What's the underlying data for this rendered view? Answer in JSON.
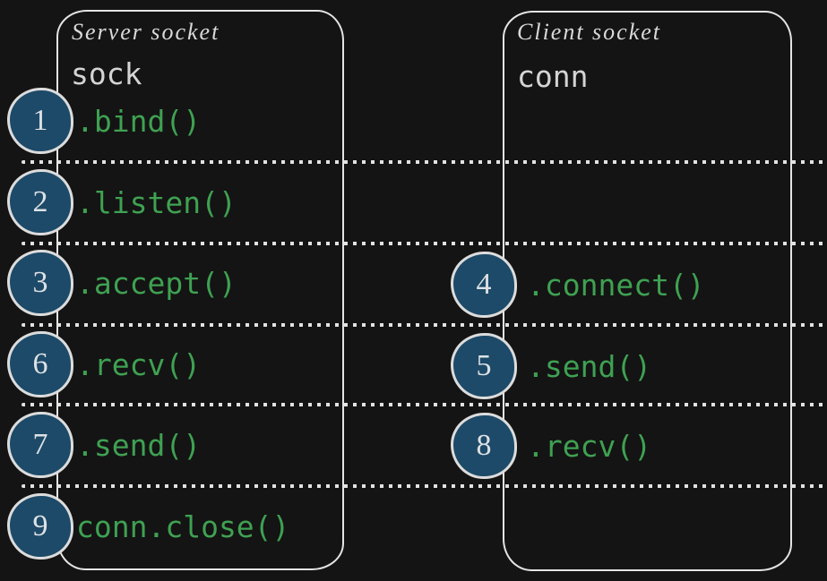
{
  "diagram": {
    "type": "socket-lifecycle-diagram",
    "colors": {
      "background": "#141414",
      "panel_stroke": "#e4e4e4",
      "divider_dots": "#e2e2e2",
      "circle_fill": "#1d4a68",
      "circle_stroke": "#dcdcdc",
      "number_color": "#dde1e5",
      "code_green": "#3fa152",
      "text_light": "#d6d6d6"
    },
    "server_panel": {
      "title": "Server socket",
      "variable": "sock",
      "steps": [
        {
          "num": "1",
          "label": ".bind()"
        },
        {
          "num": "2",
          "label": ".listen()"
        },
        {
          "num": "3",
          "label": ".accept()"
        },
        {
          "num": "6",
          "label": ".recv()"
        },
        {
          "num": "7",
          "label": ".send()"
        },
        {
          "num": "9",
          "label": "conn.close()"
        }
      ]
    },
    "client_panel": {
      "title": "Client socket",
      "variable": "conn",
      "steps": [
        {
          "num": "4",
          "label": ".connect()"
        },
        {
          "num": "5",
          "label": ".send()"
        },
        {
          "num": "8",
          "label": ".recv()"
        }
      ]
    }
  }
}
